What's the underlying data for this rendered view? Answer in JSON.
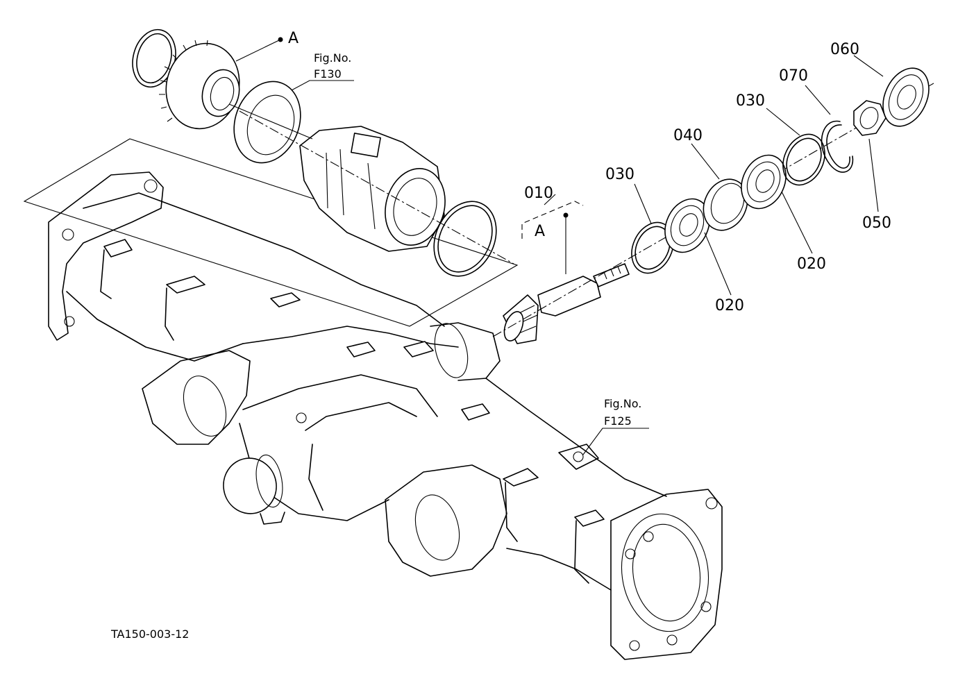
{
  "diagram": {
    "drawing_code": "TA150-003-12",
    "callout_letter": "A",
    "part_labels": [
      "010",
      "020",
      "020",
      "030",
      "030",
      "040",
      "050",
      "060",
      "070"
    ],
    "figure_refs": [
      {
        "caption": "Fig.No.",
        "number": "F130"
      },
      {
        "caption": "Fig.No.",
        "number": "F125"
      }
    ]
  }
}
